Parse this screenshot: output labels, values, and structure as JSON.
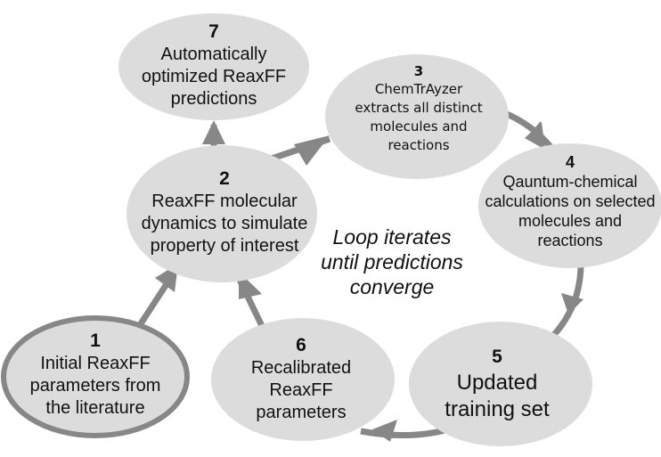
{
  "diagram": {
    "type": "cyclic-workflow",
    "center_note": [
      "Loop iterates",
      "until predictions",
      "converge"
    ],
    "nodes": [
      {
        "id": "1",
        "number": "1",
        "lines": [
          "Initial ReaxFF",
          "parameters from",
          "the literature"
        ],
        "emphasized": true
      },
      {
        "id": "2",
        "number": "2",
        "lines": [
          "ReaxFF molecular",
          "dynamics to simulate",
          "property of interest"
        ]
      },
      {
        "id": "3",
        "number": "3",
        "lines": [
          "ChemTrAyzer",
          "extracts all distinct",
          "molecules and",
          "reactions"
        ]
      },
      {
        "id": "4",
        "number": "4",
        "lines": [
          "Qauntum-chemical",
          "calculations on selected",
          "molecules and",
          "reactions"
        ]
      },
      {
        "id": "5",
        "number": "5",
        "lines": [
          "Updated",
          "training set"
        ]
      },
      {
        "id": "6",
        "number": "6",
        "lines": [
          "Recalibrated",
          "ReaxFF",
          "parameters"
        ]
      },
      {
        "id": "7",
        "number": "7",
        "lines": [
          "Automatically",
          "optimized ReaxFF",
          "predictions"
        ]
      }
    ],
    "edges": [
      {
        "from": "1",
        "to": "2"
      },
      {
        "from": "2",
        "to": "7"
      },
      {
        "from": "2",
        "to": "3"
      },
      {
        "from": "3",
        "to": "4"
      },
      {
        "from": "4",
        "to": "5"
      },
      {
        "from": "5",
        "to": "6"
      },
      {
        "from": "6",
        "to": "2"
      }
    ],
    "colors": {
      "node_fill": "#dcdcdc",
      "connector": "#878787",
      "text": "#111111"
    }
  }
}
